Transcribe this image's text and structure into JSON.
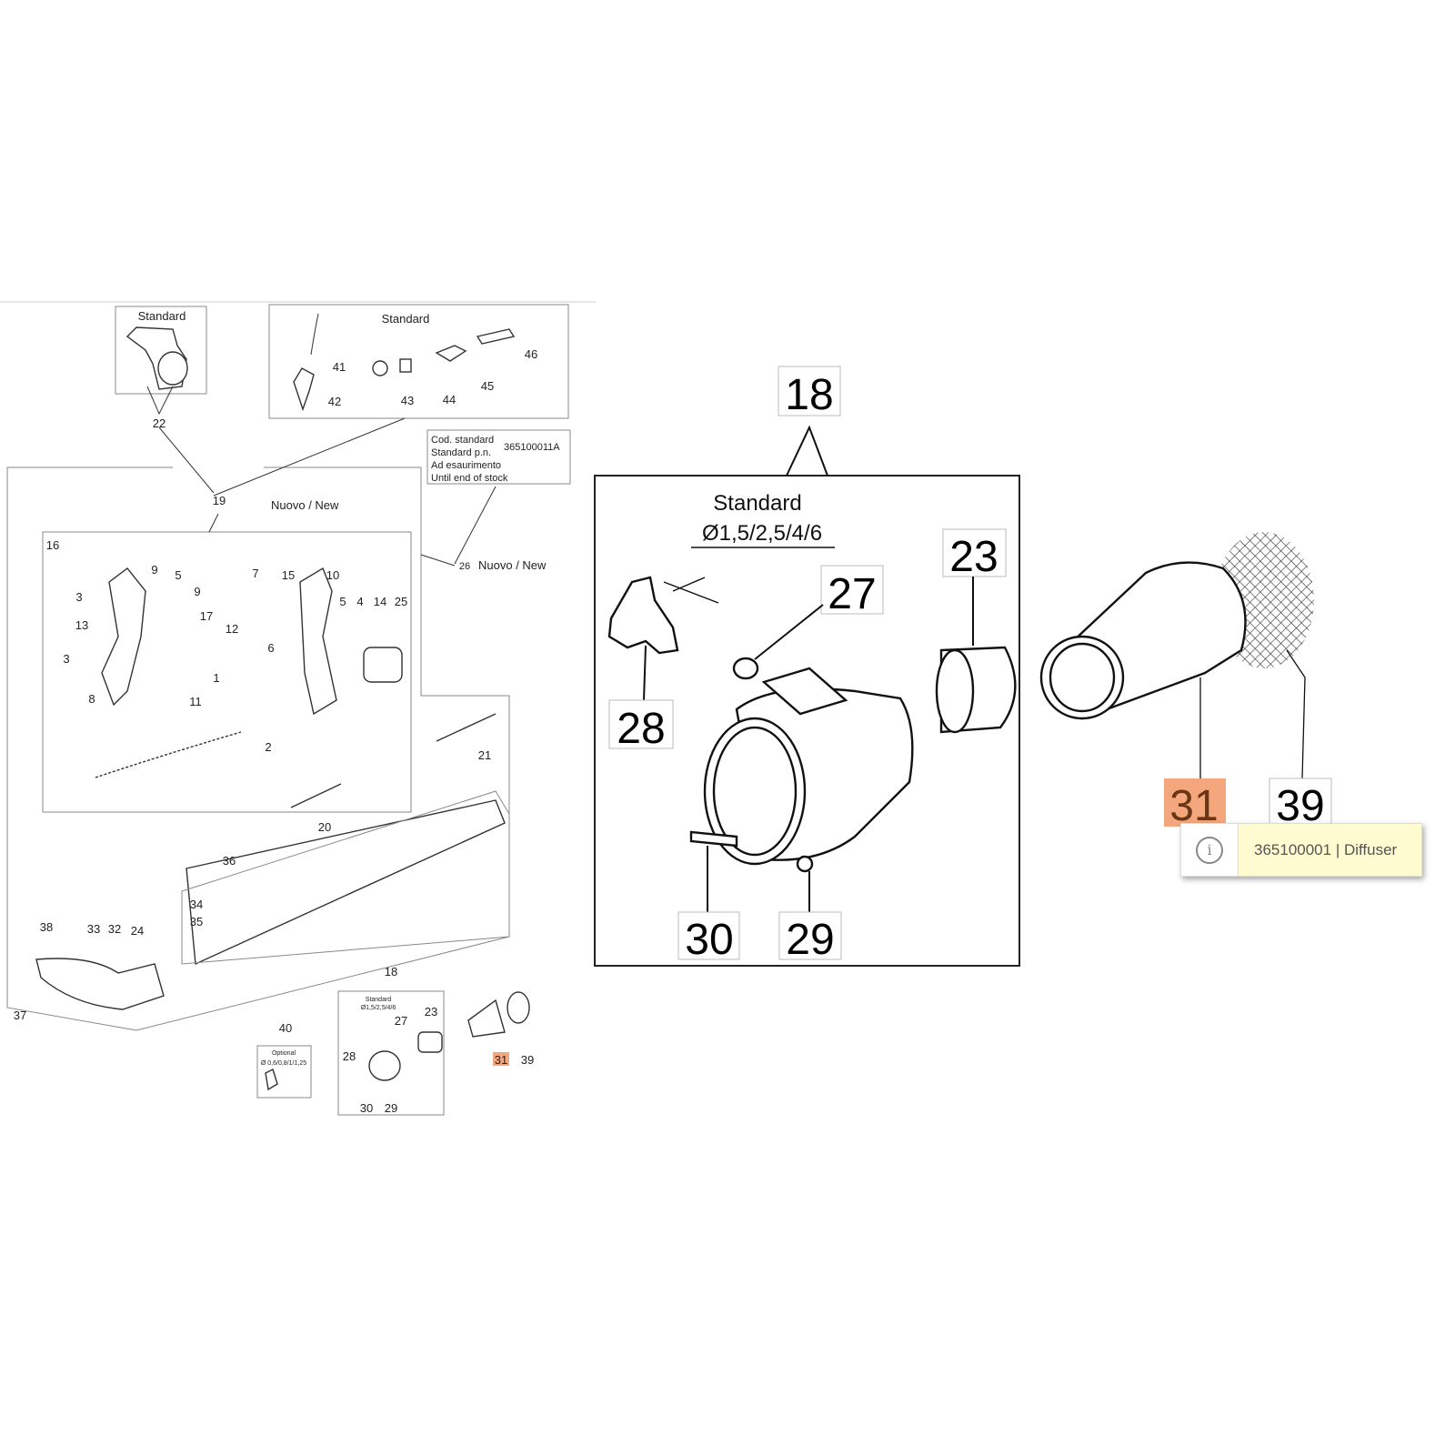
{
  "overview": {
    "box_standard_1": "Standard",
    "box_standard_2": "Standard",
    "cod_box": {
      "line1": "Cod. standard",
      "line2": "Standard p.n.",
      "line3": "Ad esaurimento",
      "line4": "Until end of stock",
      "code": "365100011A"
    },
    "nuovo_new": "Nuovo / New",
    "optional": "Optional",
    "optional_sizes": "Ø 0,6/0,8/1/1,25",
    "standard_small": "Standard",
    "standard_sizes_small": "Ø1,5/2,5/4/6",
    "labels": [
      "22",
      "41",
      "42",
      "43",
      "44",
      "45",
      "46",
      "19",
      "26",
      "16",
      "9",
      "5",
      "9",
      "3",
      "13",
      "3",
      "8",
      "7",
      "15",
      "10",
      "17",
      "12",
      "6",
      "1",
      "11",
      "5",
      "4",
      "14",
      "25",
      "2",
      "21",
      "20",
      "36",
      "34",
      "35",
      "38",
      "33",
      "32",
      "24",
      "37",
      "40",
      "18",
      "27",
      "23",
      "28",
      "30",
      "29",
      "31",
      "39"
    ]
  },
  "detail": {
    "group": "18",
    "standard": "Standard",
    "sizes": "Ø1,5/2,5/4/6",
    "labels": {
      "p23": "23",
      "p27": "27",
      "p28": "28",
      "p30": "30",
      "p29": "29",
      "p31": "31",
      "p39": "39"
    }
  },
  "tooltip": {
    "icon": "info-icon",
    "text": "365100001 | Diffuser"
  },
  "colors": {
    "highlight": "#f4a77c",
    "tooltip_bg": "#fffbd0"
  }
}
